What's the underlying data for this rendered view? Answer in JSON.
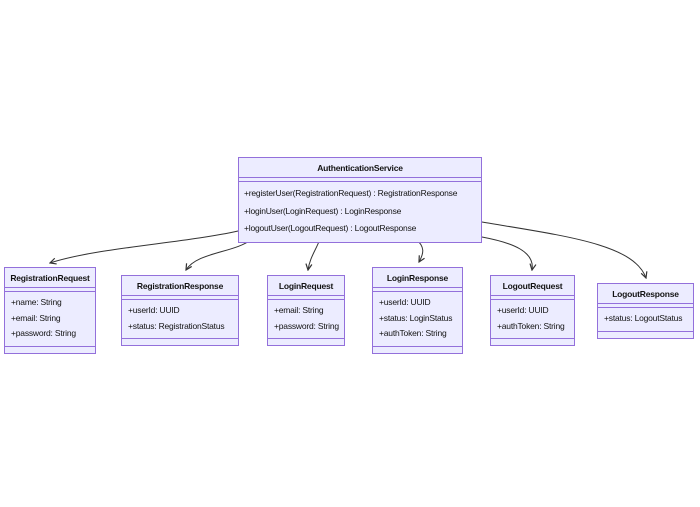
{
  "diagram": {
    "type": "uml-class-diagram",
    "classes": [
      {
        "name": "AuthenticationService",
        "attributes": [],
        "methods": [
          "+registerUser(RegistrationRequest) : RegistrationResponse",
          "+loginUser(LoginRequest) : LoginResponse",
          "+logoutUser(LogoutRequest) : LogoutResponse"
        ]
      },
      {
        "name": "RegistrationRequest",
        "attributes": [
          "+name: String",
          "+email: String",
          "+password: String"
        ],
        "methods": []
      },
      {
        "name": "RegistrationResponse",
        "attributes": [
          "+userId: UUID",
          "+status: RegistrationStatus"
        ],
        "methods": []
      },
      {
        "name": "LoginRequest",
        "attributes": [
          "+email: String",
          "+password: String"
        ],
        "methods": []
      },
      {
        "name": "LoginResponse",
        "attributes": [
          "+userId: UUID",
          "+status: LoginStatus",
          "+authToken: String"
        ],
        "methods": []
      },
      {
        "name": "LogoutRequest",
        "attributes": [
          "+userId: UUID",
          "+authToken: String"
        ],
        "methods": []
      },
      {
        "name": "LogoutResponse",
        "attributes": [
          "+status: LogoutStatus"
        ],
        "methods": []
      }
    ],
    "relationships": [
      {
        "from": "AuthenticationService",
        "to": "RegistrationRequest",
        "style": "solid-open-arrow"
      },
      {
        "from": "AuthenticationService",
        "to": "RegistrationResponse",
        "style": "solid-open-arrow"
      },
      {
        "from": "AuthenticationService",
        "to": "LoginRequest",
        "style": "solid-open-arrow"
      },
      {
        "from": "AuthenticationService",
        "to": "LoginResponse",
        "style": "solid-open-arrow"
      },
      {
        "from": "AuthenticationService",
        "to": "LogoutRequest",
        "style": "solid-open-arrow"
      },
      {
        "from": "AuthenticationService",
        "to": "LogoutResponse",
        "style": "solid-open-arrow"
      }
    ]
  },
  "theme": {
    "node_fill": "#ECECFF",
    "node_border": "#9370DB",
    "edge_color": "#333333",
    "text_color": "#131313",
    "background": "#ffffff"
  }
}
